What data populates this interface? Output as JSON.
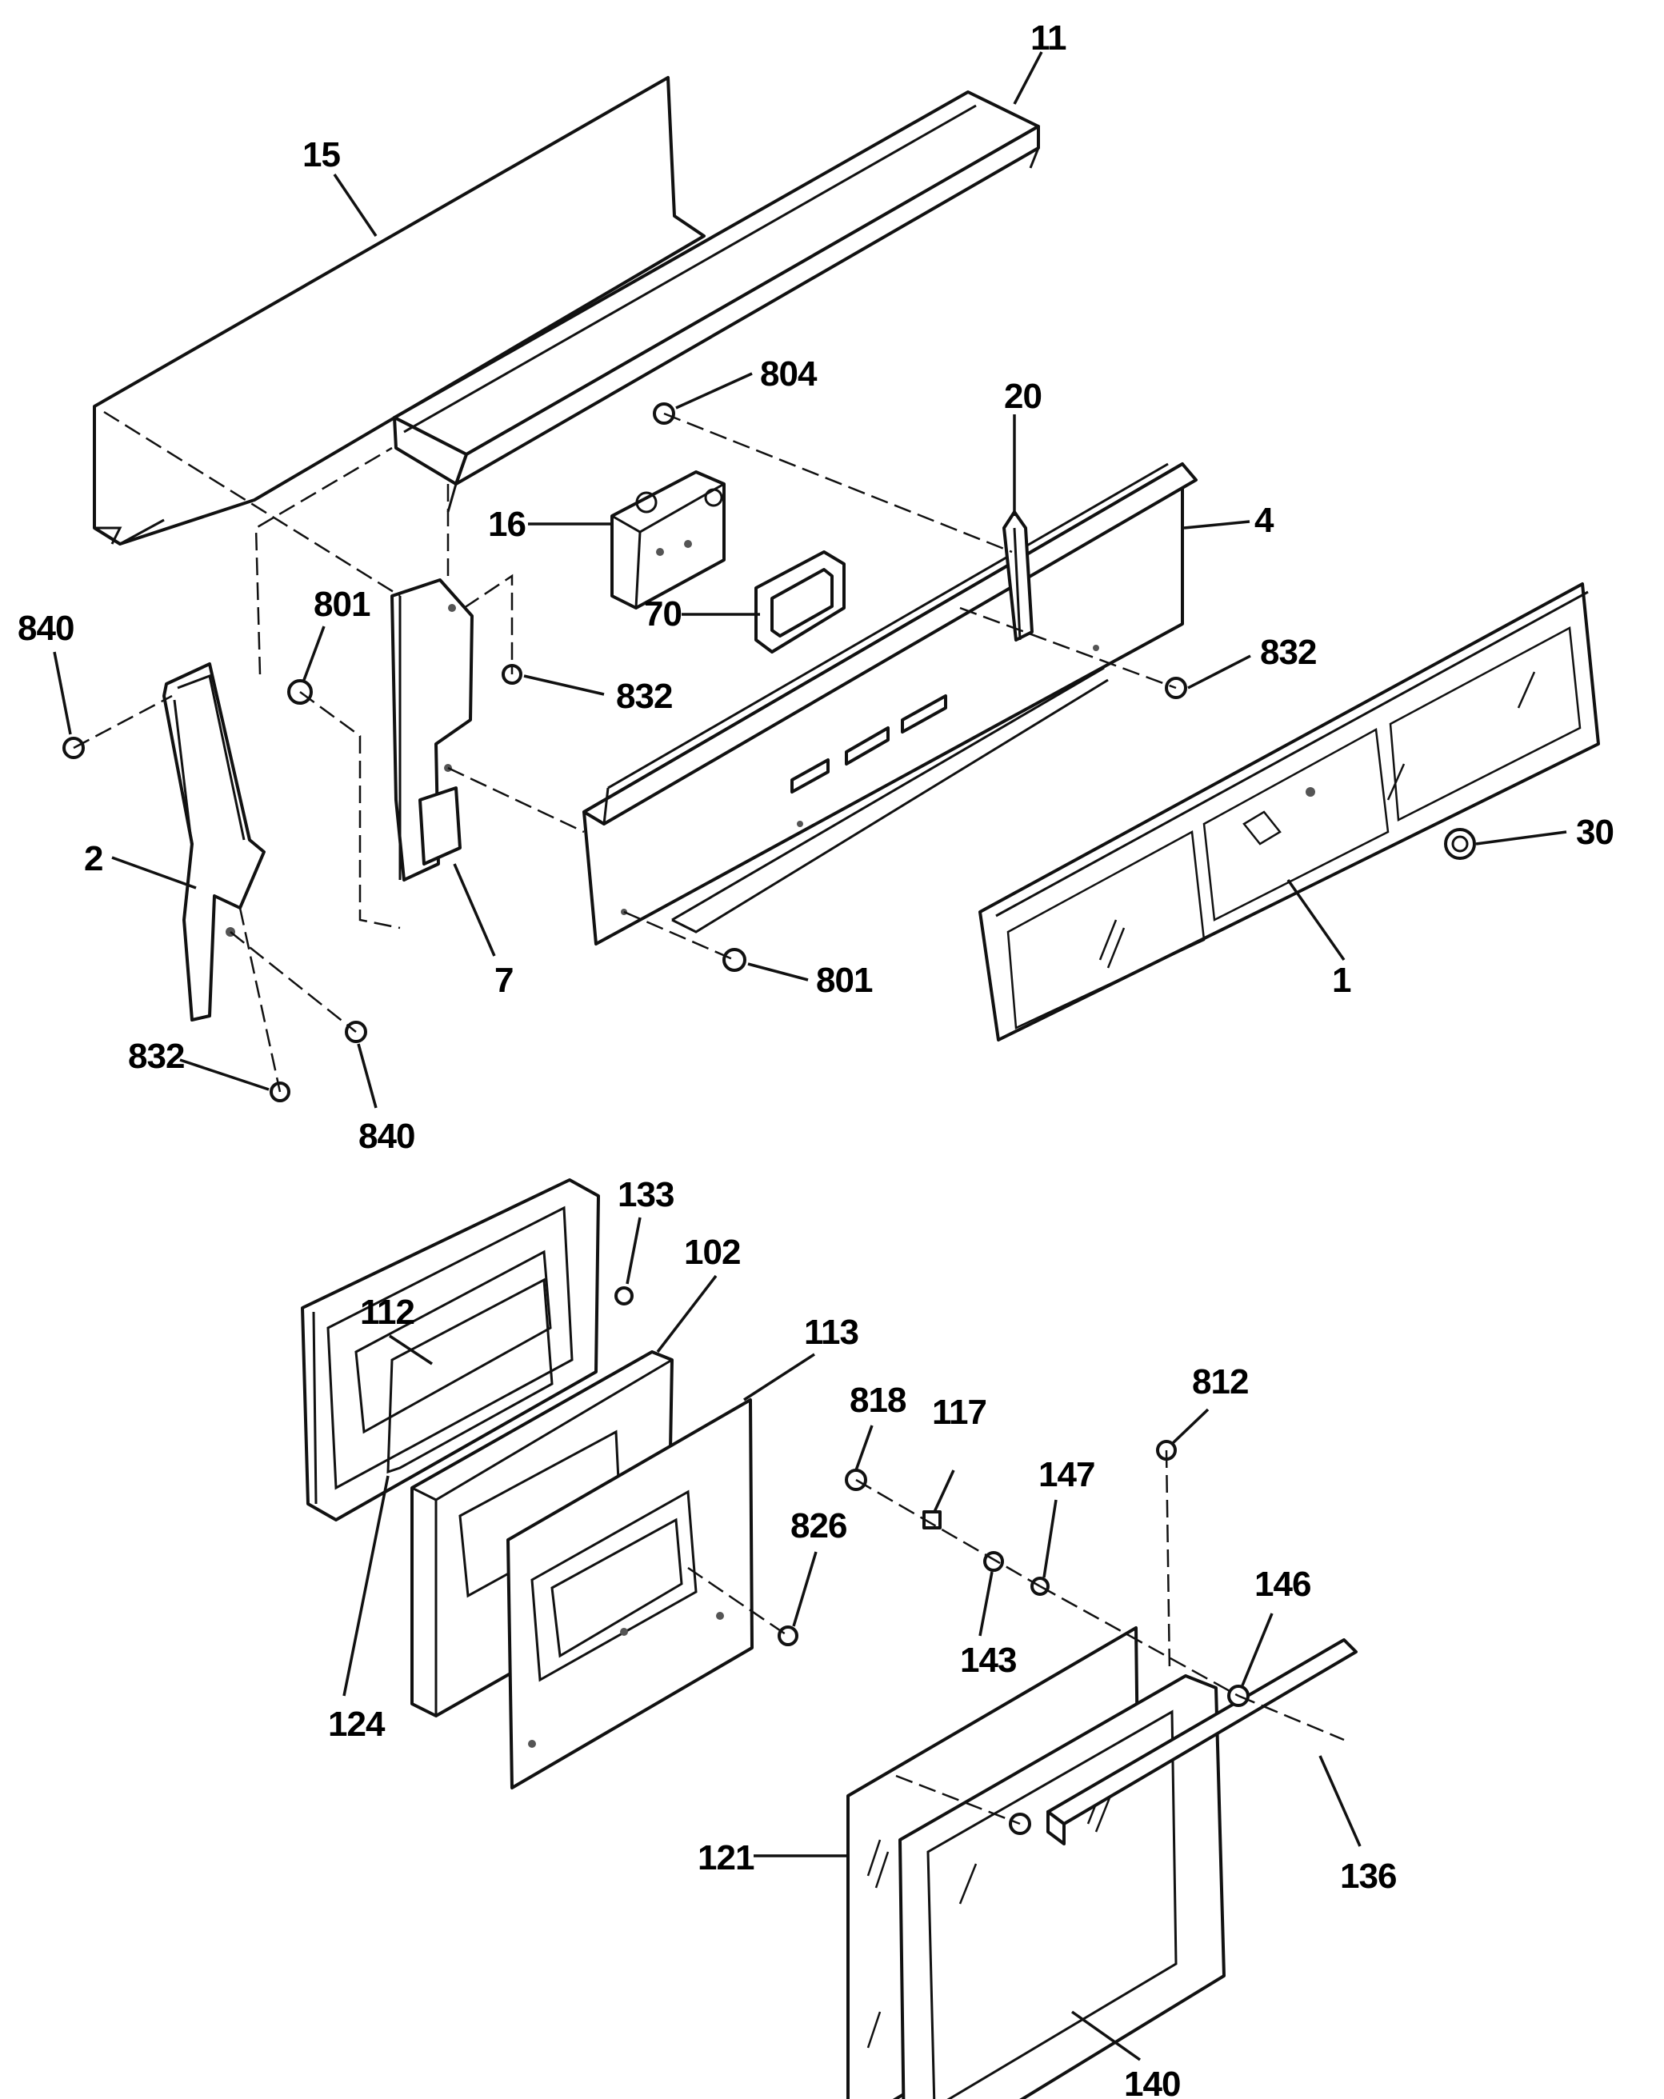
{
  "callouts": [
    {
      "id": "p11",
      "text": "11"
    },
    {
      "id": "p15",
      "text": "15"
    },
    {
      "id": "p804",
      "text": "804"
    },
    {
      "id": "p20",
      "text": "20"
    },
    {
      "id": "p16",
      "text": "16"
    },
    {
      "id": "p4",
      "text": "4"
    },
    {
      "id": "p840a",
      "text": "840"
    },
    {
      "id": "p801a",
      "text": "801"
    },
    {
      "id": "p70",
      "text": "70"
    },
    {
      "id": "p832a",
      "text": "832"
    },
    {
      "id": "p832b",
      "text": "832"
    },
    {
      "id": "p2",
      "text": "2"
    },
    {
      "id": "p30",
      "text": "30"
    },
    {
      "id": "p7",
      "text": "7"
    },
    {
      "id": "p801b",
      "text": "801"
    },
    {
      "id": "p1",
      "text": "1"
    },
    {
      "id": "p832c",
      "text": "832"
    },
    {
      "id": "p840b",
      "text": "840"
    },
    {
      "id": "p133",
      "text": "133"
    },
    {
      "id": "p102",
      "text": "102"
    },
    {
      "id": "p112",
      "text": "112"
    },
    {
      "id": "p113",
      "text": "113"
    },
    {
      "id": "p818",
      "text": "818"
    },
    {
      "id": "p117",
      "text": "117"
    },
    {
      "id": "p812",
      "text": "812"
    },
    {
      "id": "p147",
      "text": "147"
    },
    {
      "id": "p826",
      "text": "826"
    },
    {
      "id": "p146",
      "text": "146"
    },
    {
      "id": "p143",
      "text": "143"
    },
    {
      "id": "p124",
      "text": "124"
    },
    {
      "id": "p121",
      "text": "121"
    },
    {
      "id": "p136",
      "text": "136"
    },
    {
      "id": "p140",
      "text": "140"
    }
  ]
}
